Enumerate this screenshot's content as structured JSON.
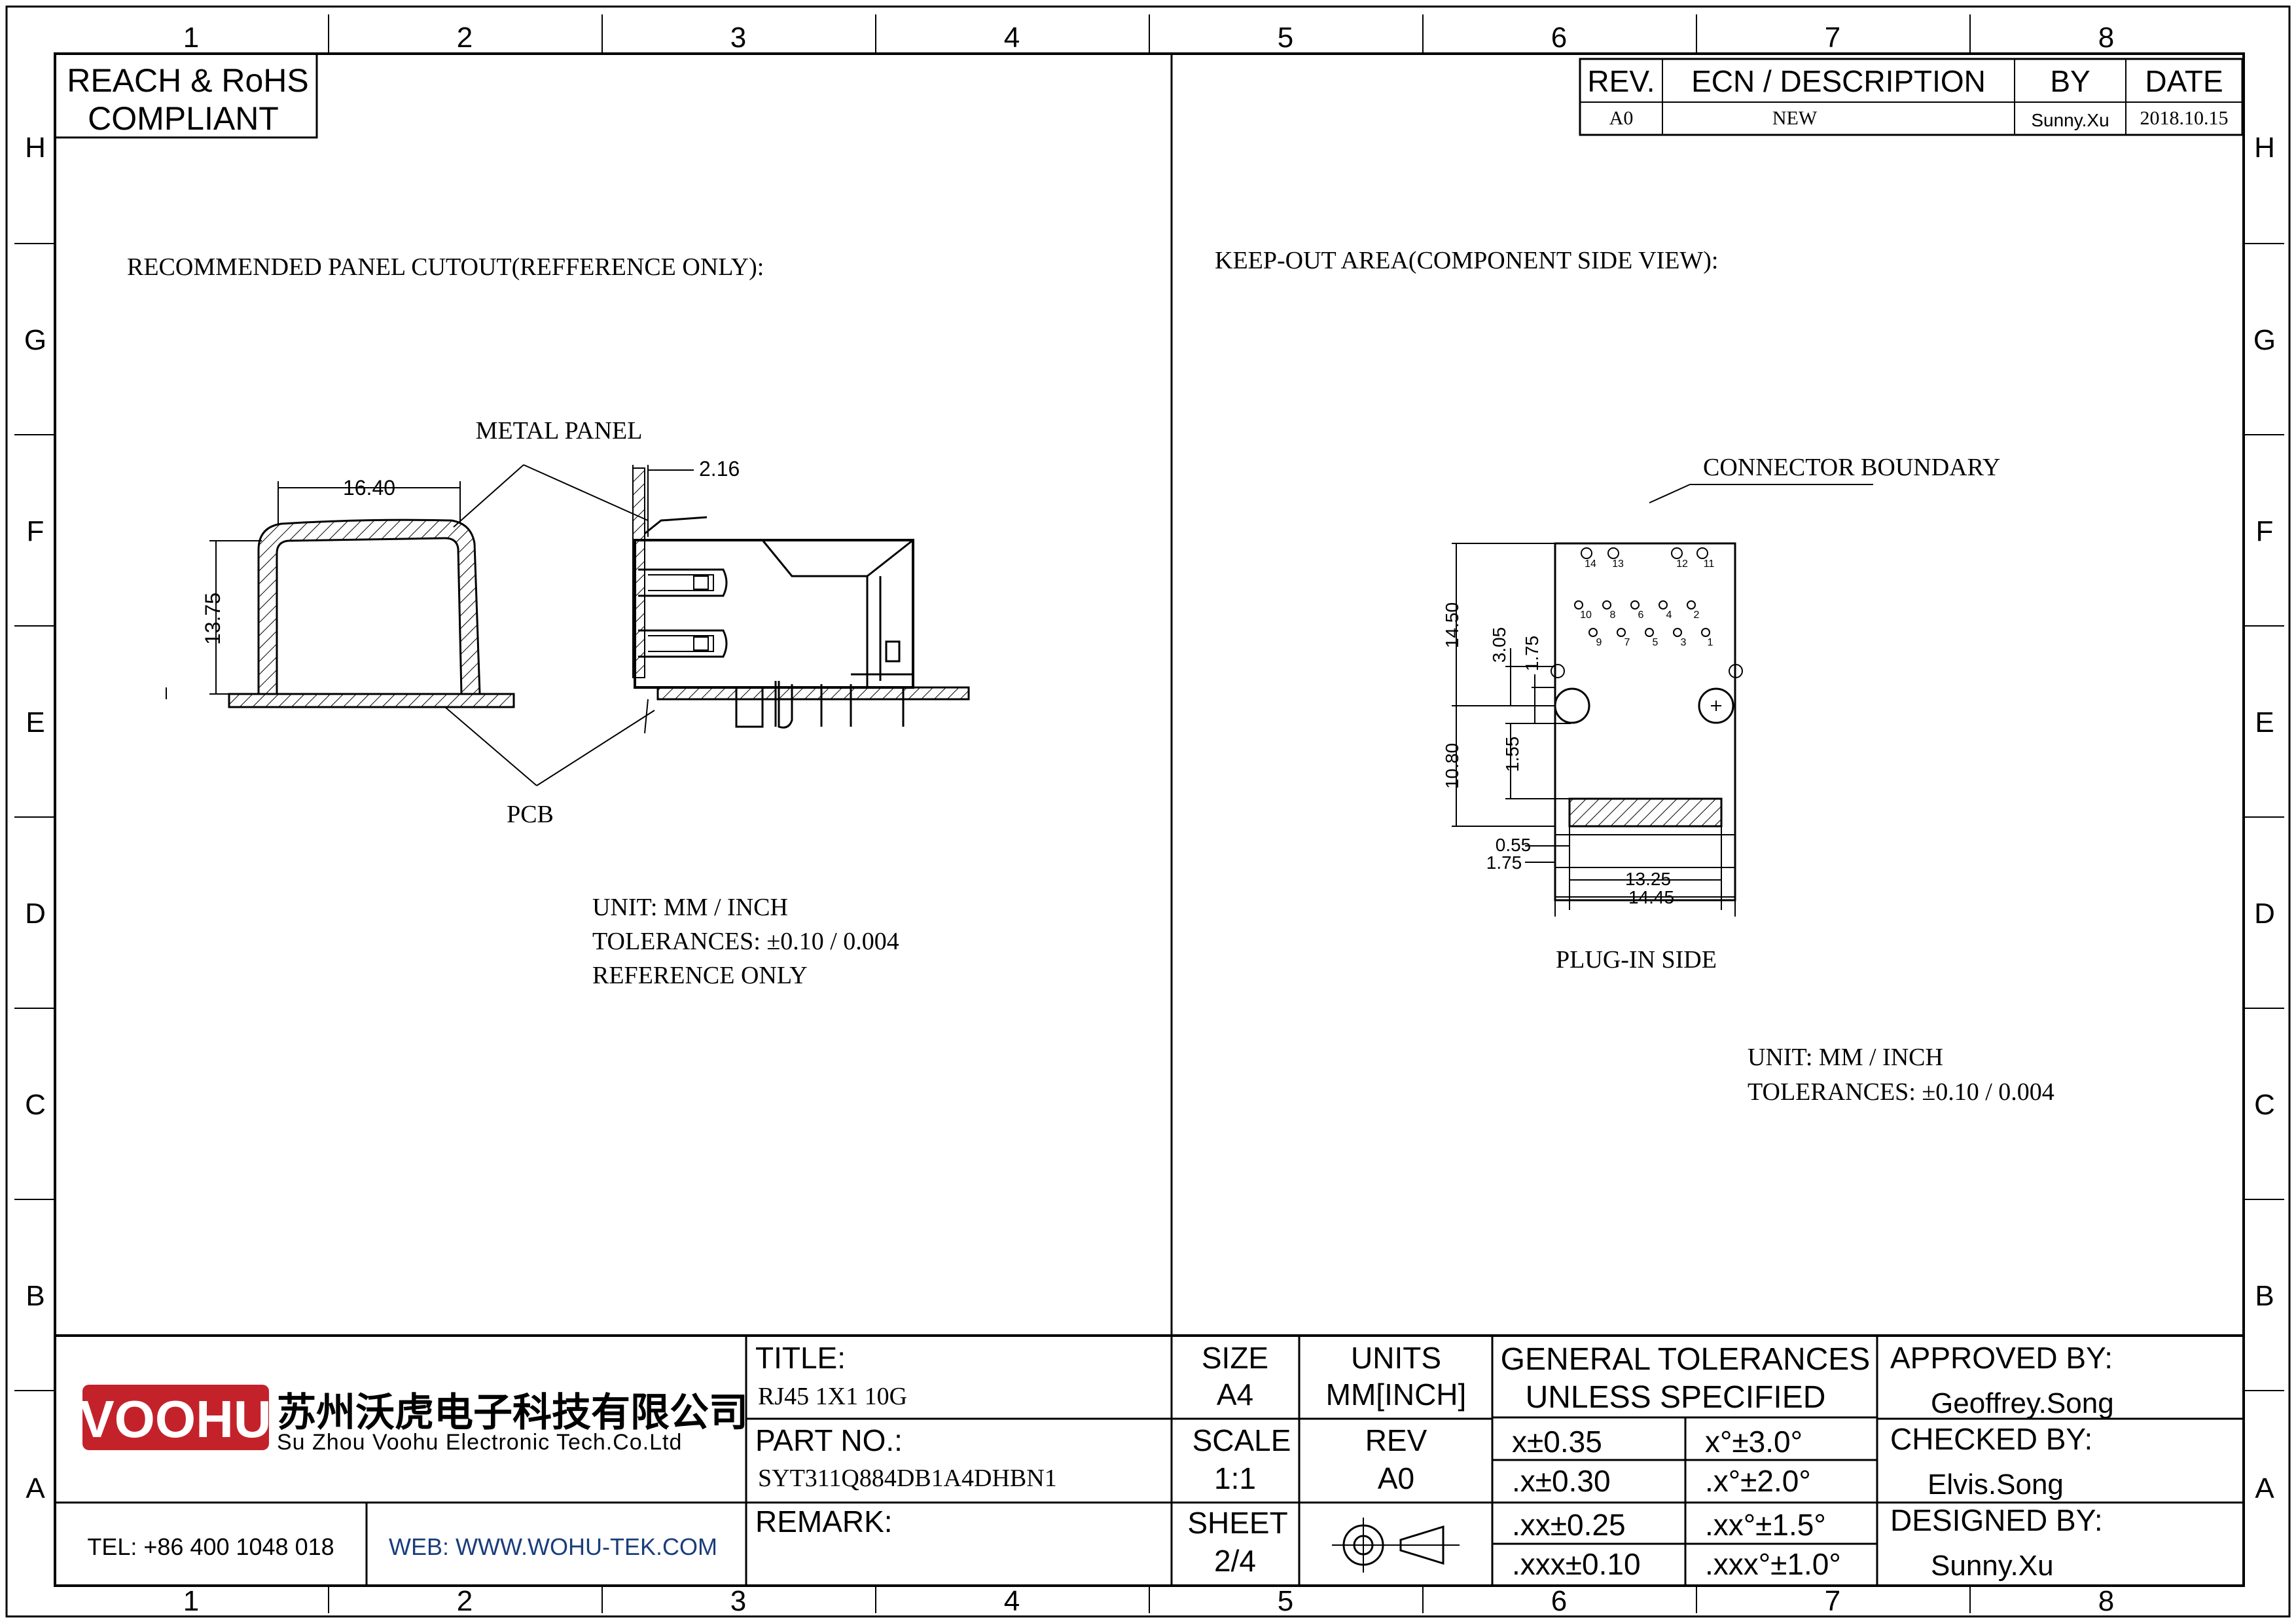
{
  "frame": {
    "columns": [
      "1",
      "2",
      "3",
      "4",
      "5",
      "6",
      "7",
      "8"
    ],
    "rows": [
      "H",
      "G",
      "F",
      "E",
      "D",
      "C",
      "B",
      "A"
    ]
  },
  "compliance": {
    "line1": "REACH & RoHS",
    "line2": "COMPLIANT"
  },
  "revision": {
    "headers": [
      "REV.",
      "ECN / DESCRIPTION",
      "BY",
      "DATE"
    ],
    "row": {
      "rev": "A0",
      "desc": "NEW",
      "by": "Sunny.Xu",
      "date": "2018.10.15"
    }
  },
  "left_view": {
    "heading": "RECOMMENDED PANEL CUTOUT(REFFERENCE ONLY):",
    "metal_panel": "METAL PANEL",
    "pcb": "PCB",
    "dims": {
      "width": "16.40",
      "height": "13.75",
      "thickness": "2.16"
    },
    "notes": [
      "UNIT: MM / INCH",
      "TOLERANCES: ±0.10 / 0.004",
      "REFERENCE ONLY"
    ]
  },
  "right_view": {
    "heading": "KEEP-OUT AREA(COMPONENT SIDE VIEW):",
    "connector_boundary": "CONNECTOR BOUNDARY",
    "plug_in_side": "PLUG-IN SIDE",
    "dims": {
      "d1": "14.50",
      "d2": "10.80",
      "d3": "3.05",
      "d4": "1.75",
      "d5": "1.55",
      "d6": "0.55",
      "d7": "1.75",
      "d8": "13.25",
      "d9": "14.45"
    },
    "pins_top": [
      "14",
      "13",
      "12",
      "11"
    ],
    "pins_mid": [
      "10",
      "8",
      "6",
      "4",
      "2"
    ],
    "pins_bot": [
      "9",
      "7",
      "5",
      "3",
      "1"
    ],
    "notes": [
      "UNIT: MM / INCH",
      "TOLERANCES: ±0.10 / 0.004"
    ]
  },
  "title_block": {
    "brand_logo": "VOOHU",
    "company_cn": "苏州沃虎电子科技有限公司",
    "company_en": "Su Zhou Voohu Electronic Tech.Co.Ltd",
    "tel": "TEL: +86 400 1048 018",
    "web": "WEB: WWW.WOHU-TEK.COM",
    "title_label": "TITLE:",
    "title_value": "RJ45 1X1 10G",
    "partno_label": "PART NO.:",
    "partno_value": "SYT311Q884DB1A4DHBN1",
    "remark_label": "REMARK:",
    "size_label": "SIZE",
    "size_value": "A4",
    "units_label": "UNITS",
    "units_value": "MM[INCH]",
    "scale_label": "SCALE",
    "scale_value": "1:1",
    "rev_label": "REV",
    "rev_value": "A0",
    "sheet_label": "SHEET",
    "sheet_value": "2/4",
    "gen_tol_line1": "GENERAL TOLERANCES",
    "gen_tol_line2": "UNLESS SPECIFIED",
    "tolerances": [
      [
        "x±0.35",
        "x°±3.0°"
      ],
      [
        ".x±0.30",
        ".x°±2.0°"
      ],
      [
        ".xx±0.25",
        ".xx°±1.5°"
      ],
      [
        ".xxx±0.10",
        ".xxx°±1.0°"
      ]
    ],
    "approved_label": "APPROVED BY:",
    "approved_value": "Geoffrey.Song",
    "checked_label": "CHECKED BY:",
    "checked_value": "Elvis.Song",
    "designed_label": "DESIGNED BY:",
    "designed_value": "Sunny.Xu"
  }
}
